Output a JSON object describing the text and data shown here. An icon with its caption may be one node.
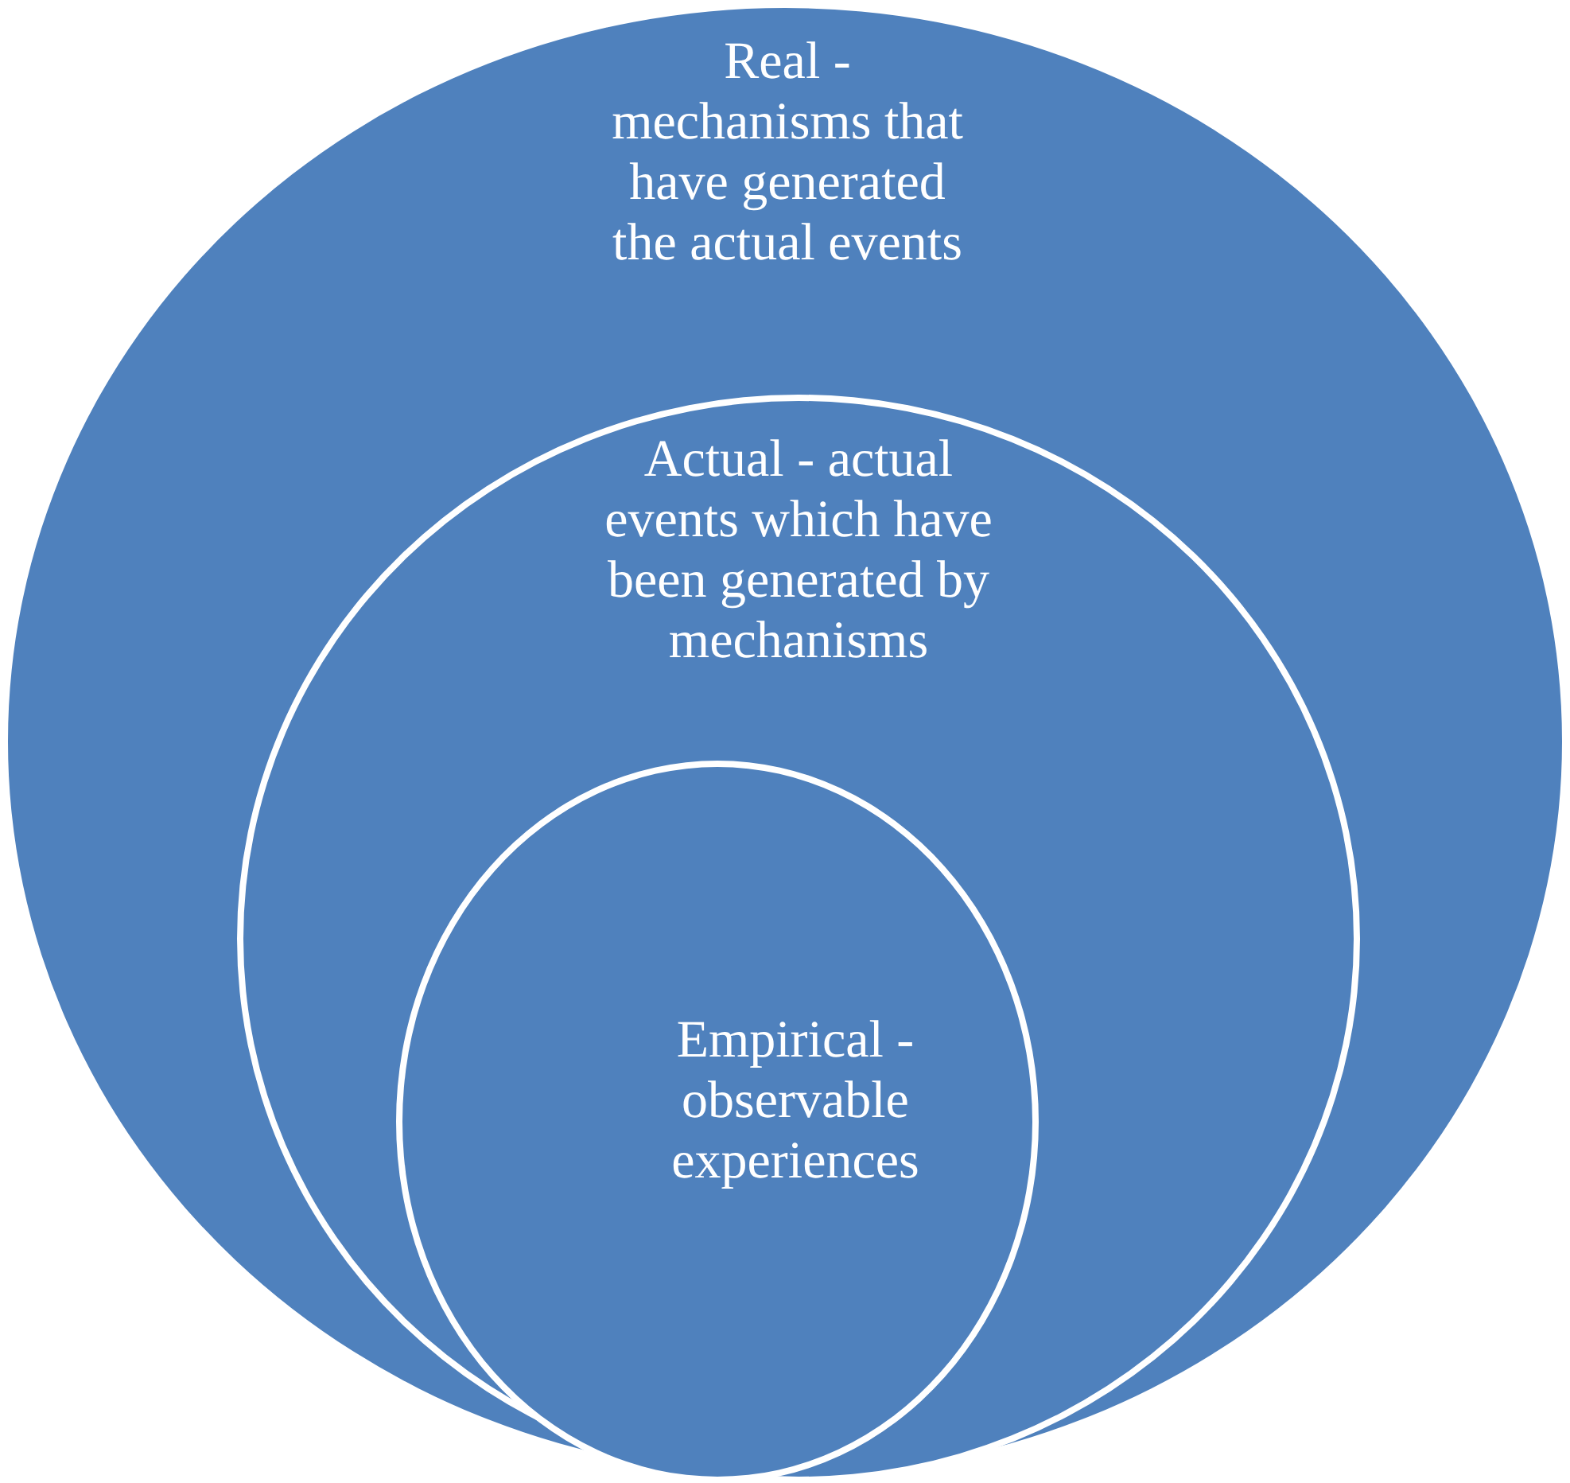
{
  "diagram": {
    "nodes": [
      {
        "text": [
          "Real - mechanisms that have generated the actual events"
        ]
      },
      {
        "text": [
          "Actual - actual events which have been generated by mechanisms"
        ],
        "in": 0
      },
      {
        "text": [
          "Empirical - observable experiences"
        ],
        "in": 1
      }
    ]
  }
}
